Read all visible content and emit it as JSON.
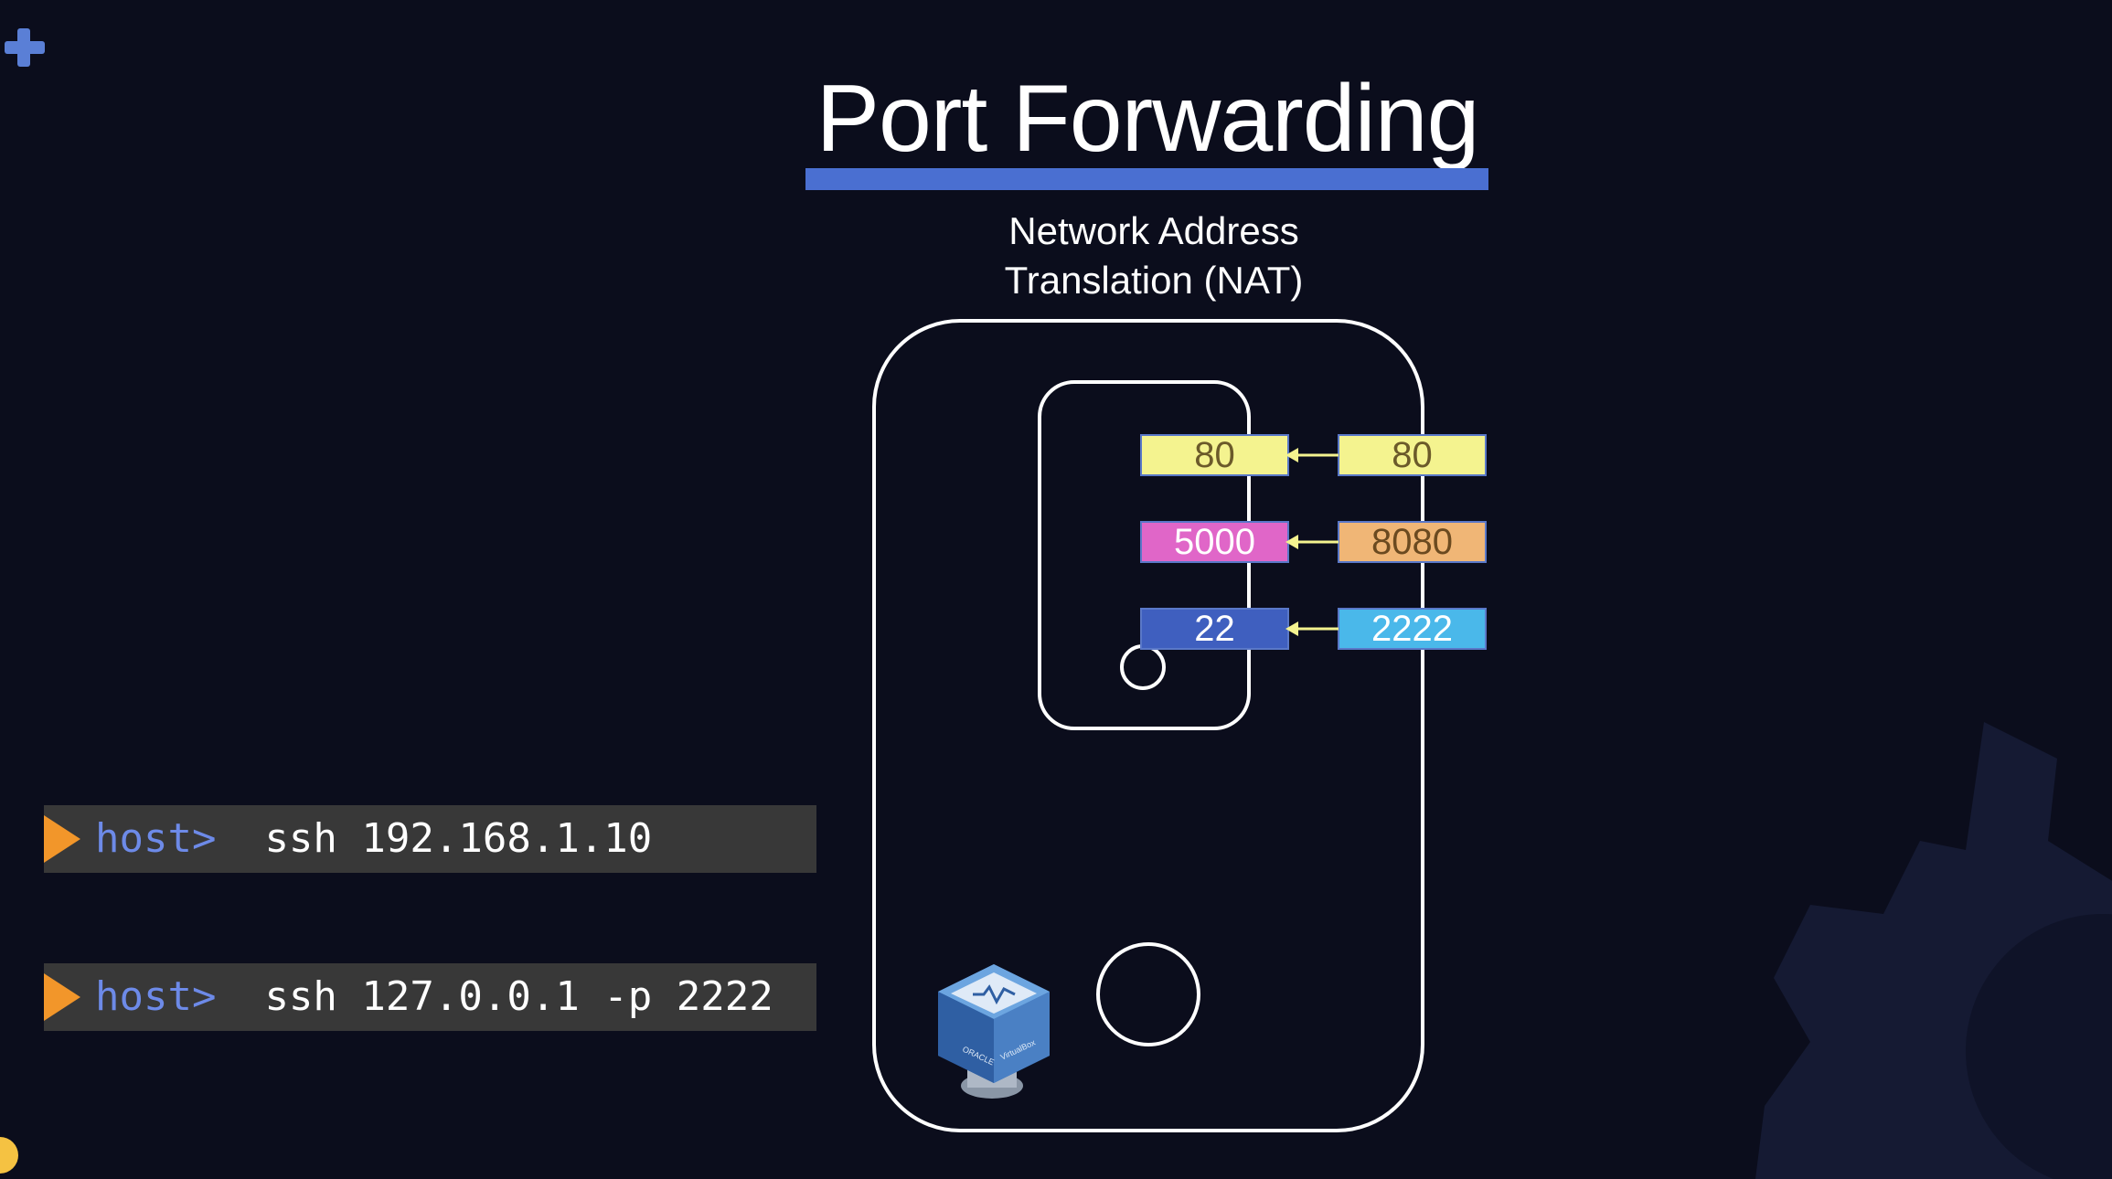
{
  "title": "Port Forwarding",
  "subtitle": [
    "Network Address",
    "Translation (NAT)"
  ],
  "ports": [
    {
      "guest": "80",
      "host": "80",
      "guest_color": "#f4f38f",
      "host_color": "#f4f38f",
      "guest_text": "#6b5a2a",
      "host_text": "#6b5a2a"
    },
    {
      "guest": "5000",
      "host": "8080",
      "guest_color": "#e066c8",
      "host_color": "#f0b676",
      "guest_text": "#ffffff",
      "host_text": "#6b4a20"
    },
    {
      "guest": "22",
      "host": "2222",
      "guest_color": "#3f5fbf",
      "host_color": "#4ab8ea",
      "guest_text": "#ffffff",
      "host_text": "#ffffff"
    }
  ],
  "commands": [
    {
      "prompt": "host>",
      "command": "ssh 192.168.1.10"
    },
    {
      "prompt": "host>",
      "command": "ssh 127.0.0.1 -p 2222"
    }
  ],
  "colors": {
    "background": "#0b0d1c",
    "accent_blue": "#4a6fd1",
    "arrow_yellow": "#f4f38f",
    "prompt_blue": "#6d8ae8",
    "command_bar": "#383838",
    "play_orange": "#f2962a"
  },
  "icons": [
    "plus-icon",
    "virtualbox-icon",
    "play-triangle-icon",
    "gear-decoration"
  ],
  "virtualbox_logo_text": [
    "ORACLE",
    "VirtualBox"
  ]
}
